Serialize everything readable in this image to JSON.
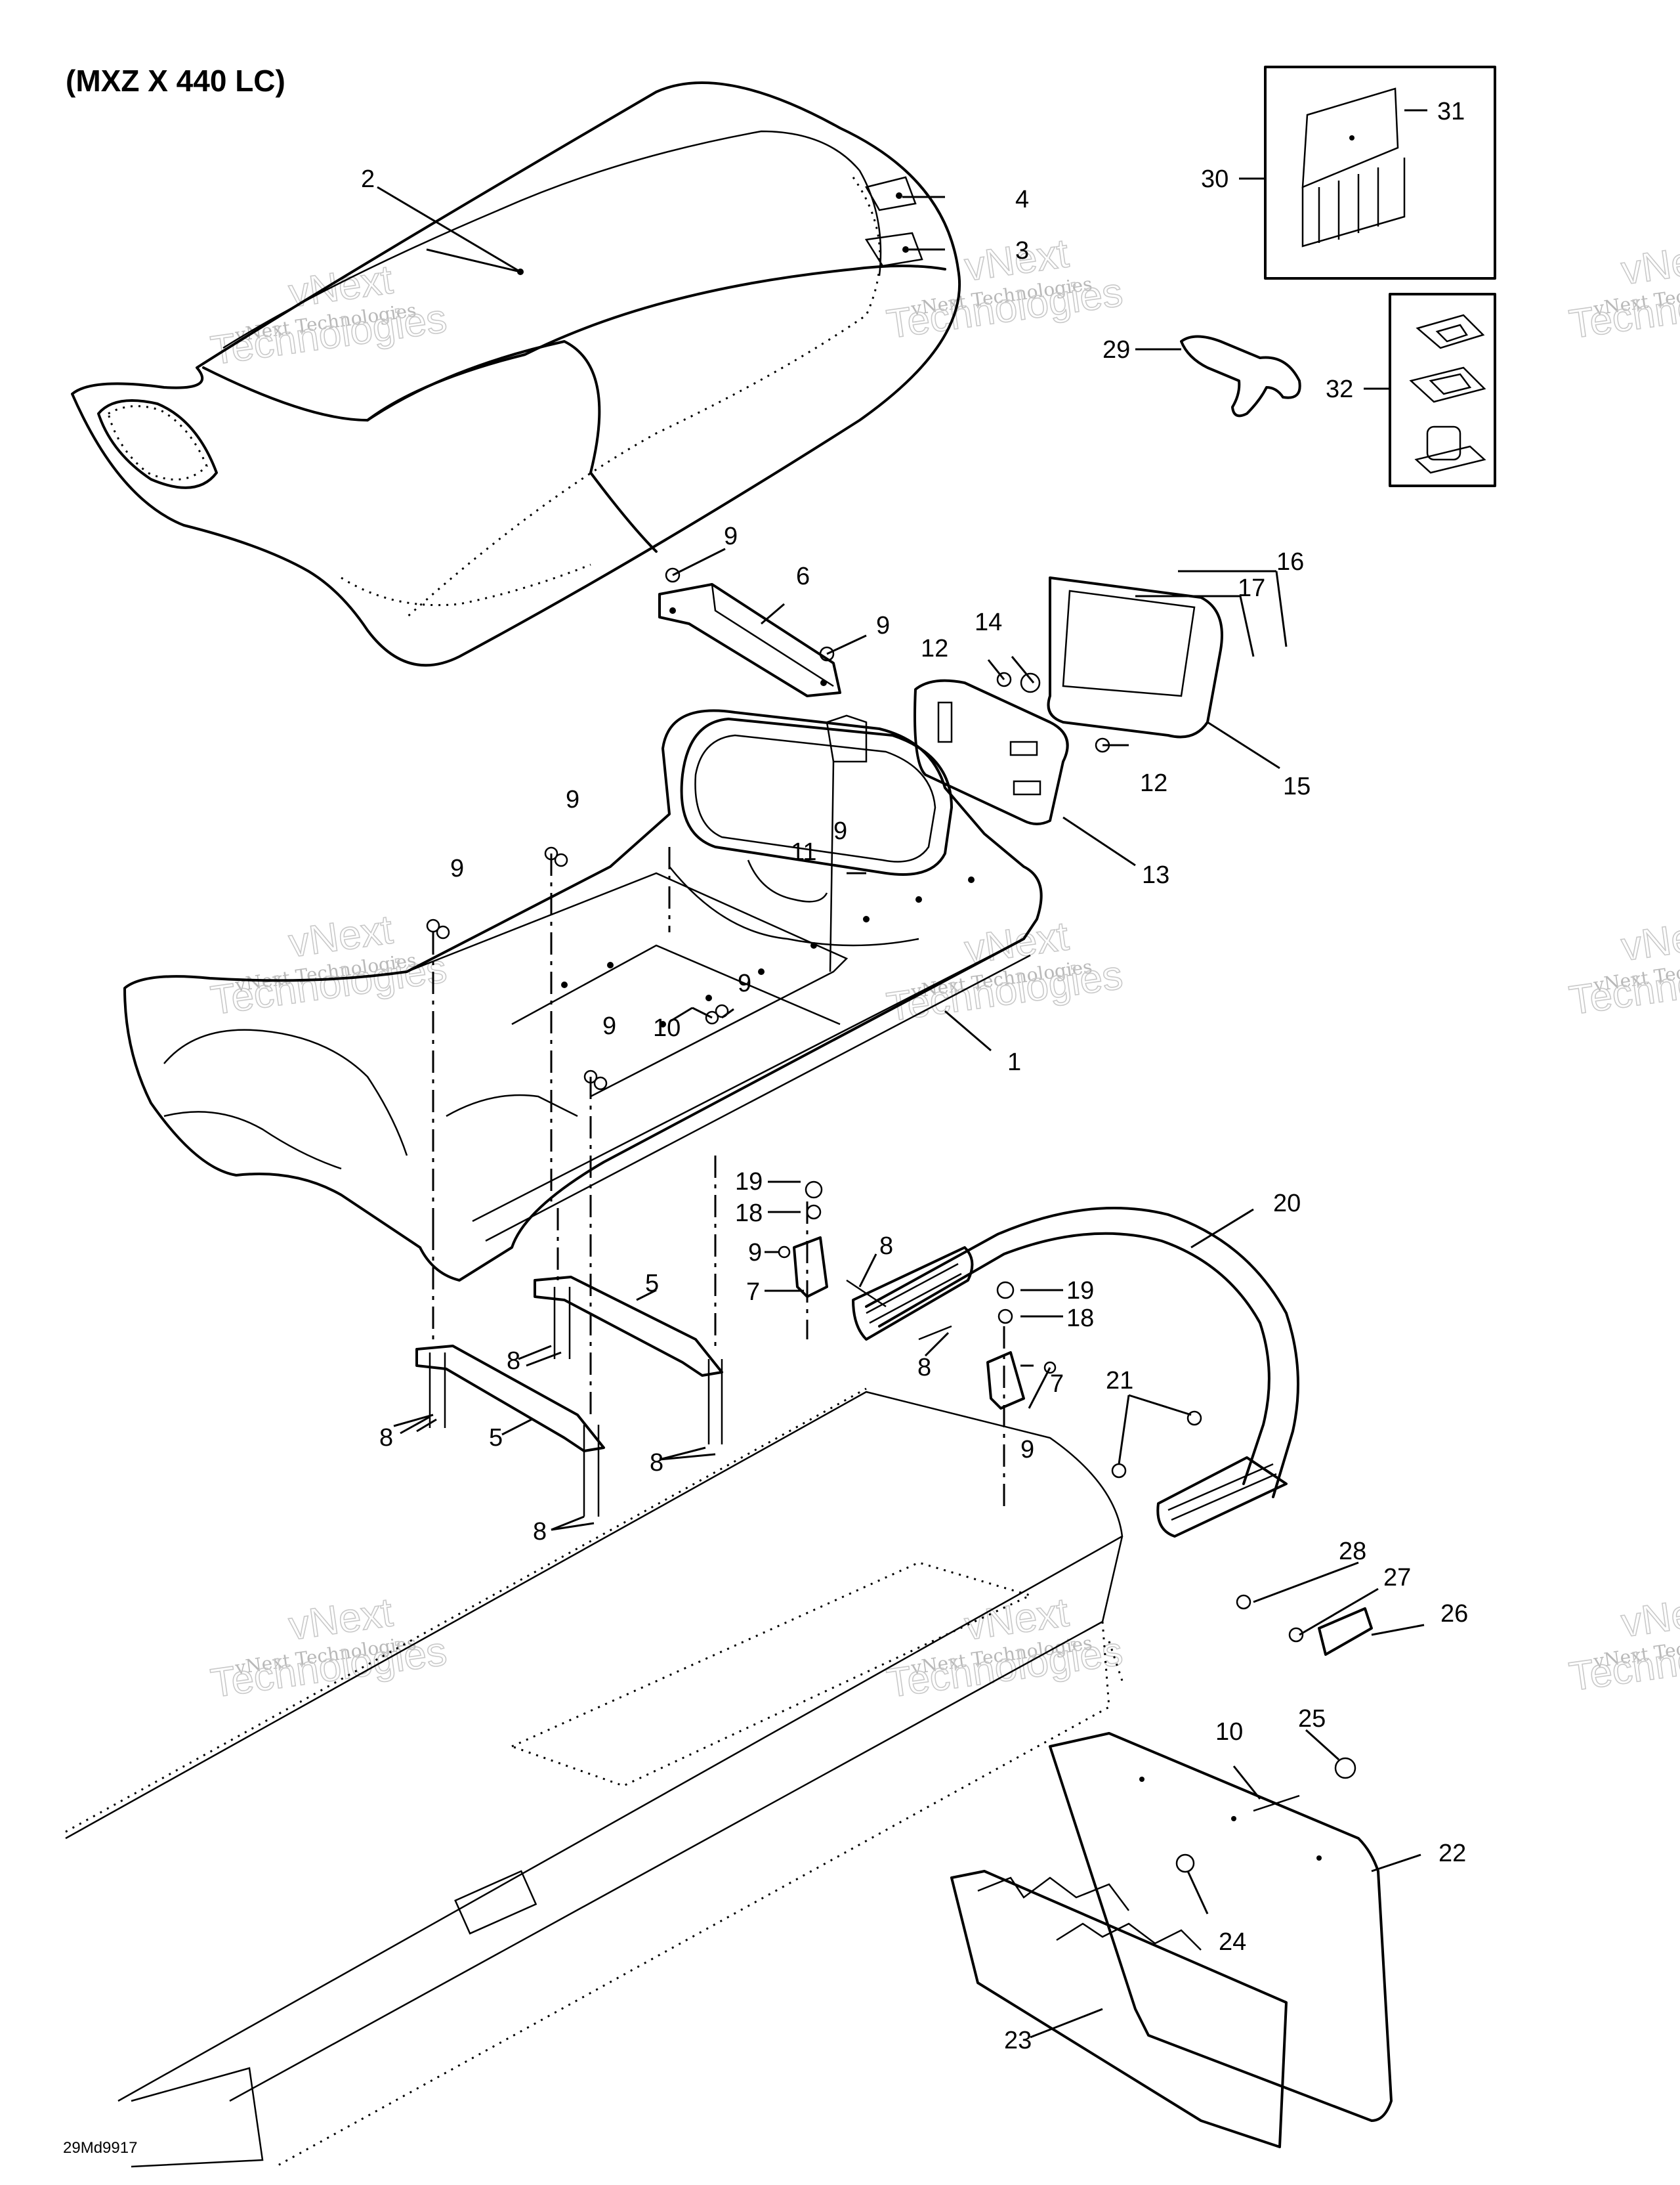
{
  "title": "(MXZ X 440 LC)",
  "diagram_code": "29Md9917",
  "watermark": {
    "line1": "vNext Technologies",
    "line2": "vNext",
    "line3": "Technologies"
  },
  "callouts": {
    "c1": "1",
    "c2": "2",
    "c3": "3",
    "c4": "4",
    "c5a": "5",
    "c5b": "5",
    "c6": "6",
    "c7a": "7",
    "c7b": "7",
    "c8a": "8",
    "c8b": "8",
    "c8c": "8",
    "c8d": "8",
    "c8e": "8",
    "c8f": "8",
    "c9a": "9",
    "c9b": "9",
    "c9c": "9",
    "c9d": "9",
    "c9e": "9",
    "c9f": "9",
    "c9g": "9",
    "c9h": "9",
    "c9i": "9",
    "c10a": "10",
    "c10b": "10",
    "c11": "11",
    "c12a": "12",
    "c12b": "12",
    "c13": "13",
    "c14": "14",
    "c15": "15",
    "c16": "16",
    "c17": "17",
    "c18a": "18",
    "c18b": "18",
    "c19a": "19",
    "c19b": "19",
    "c20": "20",
    "c21": "21",
    "c22": "22",
    "c23": "23",
    "c24": "24",
    "c25": "25",
    "c26": "26",
    "c27": "27",
    "c28": "28",
    "c29": "29",
    "c30": "30",
    "c31": "31",
    "c32": "32"
  }
}
